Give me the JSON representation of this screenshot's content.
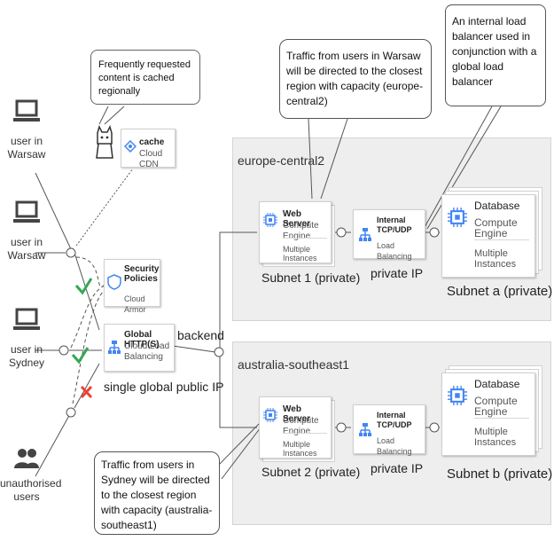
{
  "users": [
    {
      "label": "user in Warsaw",
      "icon": "laptop-icon"
    },
    {
      "label": "user in Warsaw",
      "icon": "laptop-icon"
    },
    {
      "label": "user in Sydney",
      "icon": "laptop-icon"
    },
    {
      "label": "unauthorised users",
      "icon": "users-icon"
    }
  ],
  "cache": {
    "title": "cache",
    "subtitle": "Cloud CDN",
    "callout": "Frequently requested content is cached regionally"
  },
  "security": {
    "title": "Security Policies",
    "subtitle": "Cloud Armor"
  },
  "global_lb": {
    "title": "Global HTTP(S)",
    "subtitle": "Cloud Load Balancing",
    "caption": "single global public IP"
  },
  "backend_label": "backend",
  "regions": [
    {
      "name": "europe-central2",
      "web": {
        "title": "Web Server",
        "subtitle": "Compute Engine",
        "extra": "Multiple Instances",
        "caption": "Subnet 1 (private)"
      },
      "ilb": {
        "title": "Internal TCP/UDP",
        "subtitle": "Load Balancing",
        "caption": "private IP"
      },
      "db": {
        "title": "Database",
        "subtitle": "Compute Engine",
        "extra": "Multiple Instances",
        "caption": "Subnet a (private)"
      }
    },
    {
      "name": "australia-southeast1",
      "web": {
        "title": "Web Server",
        "subtitle": "Compute Engine",
        "extra": "Multiple Instances",
        "caption": "Subnet 2 (private)"
      },
      "ilb": {
        "title": "Internal TCP/UDP",
        "subtitle": "Load Balancing",
        "caption": "private IP"
      },
      "db": {
        "title": "Database",
        "subtitle": "Compute Engine",
        "extra": "Multiple Instances",
        "caption": "Subnet b (private)"
      }
    }
  ],
  "callouts": {
    "warsaw": "Traffic from users in Warsaw will be directed to the closest region with capacity (europe-central2)",
    "ilb": "An internal load balancer used in conjunction with a global load balancer",
    "sydney": "Traffic from users in Sydney will be directed to the closest region with capacity (australia-southeast1)"
  },
  "colors": {
    "accent": "#4285f4",
    "allowed": "#34a853",
    "blocked": "#ea4335",
    "region_bg": "#eeeeee"
  }
}
